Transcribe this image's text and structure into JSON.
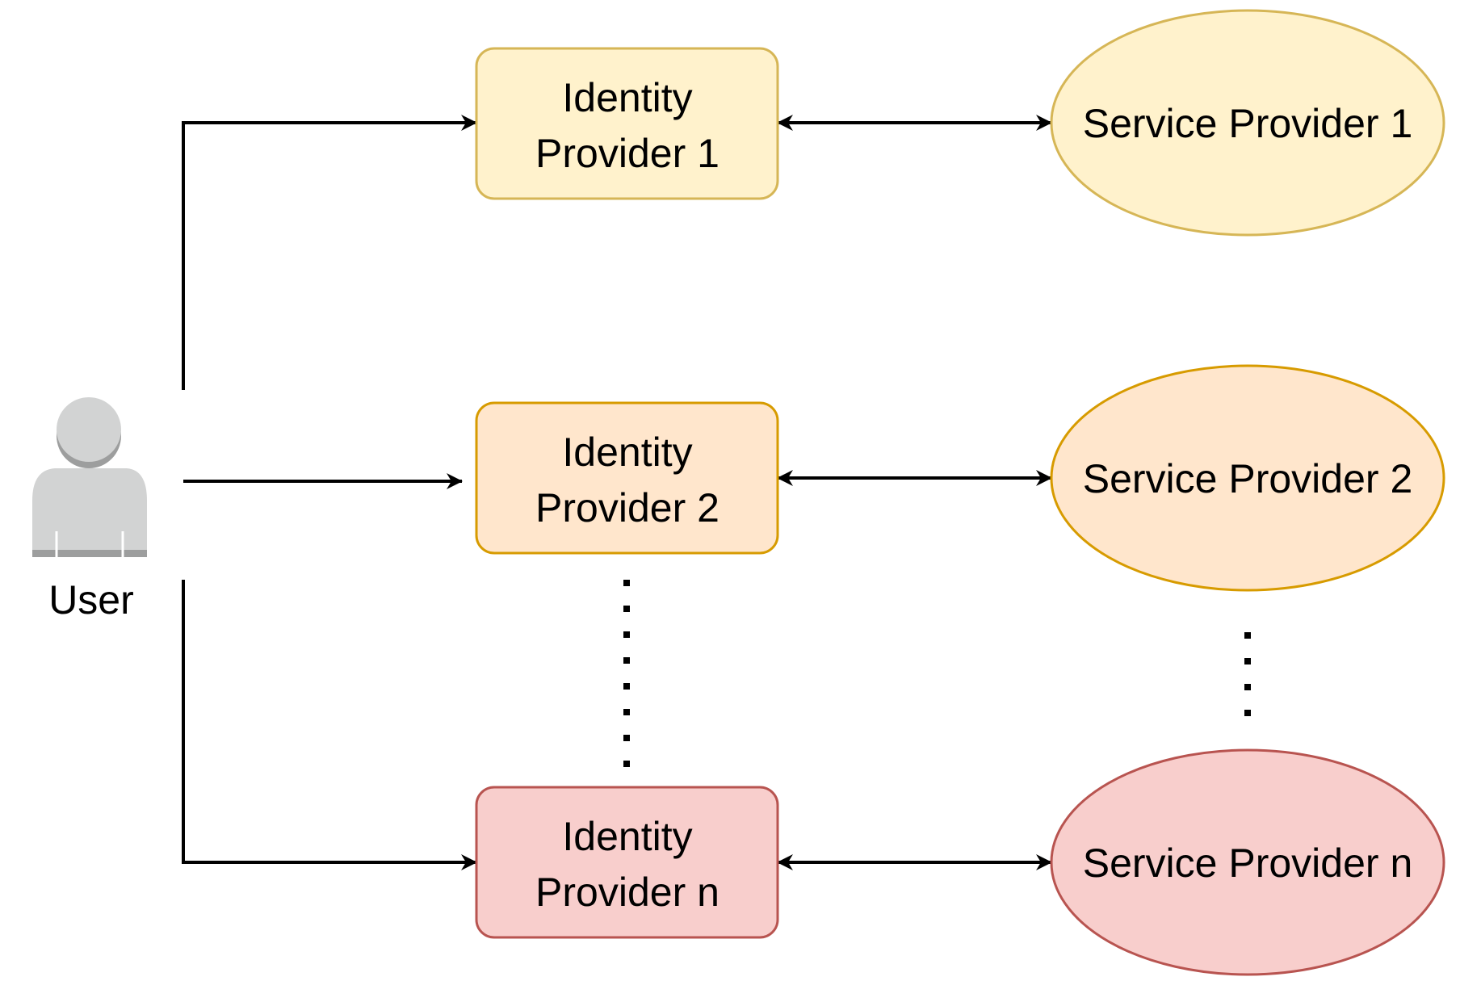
{
  "user": {
    "label": "User",
    "icon": "user-icon"
  },
  "identity_providers": [
    {
      "line1": "Identity",
      "line2": "Provider 1",
      "fill": "#fff2cc",
      "stroke": "#d6b656"
    },
    {
      "line1": "Identity",
      "line2": "Provider 2",
      "fill": "#ffe6cc",
      "stroke": "#d79b00"
    },
    {
      "line1": "Identity",
      "line2": "Provider n",
      "fill": "#f8cecc",
      "stroke": "#b85450"
    }
  ],
  "service_providers": [
    {
      "label": "Service Provider 1",
      "fill": "#fff2cc",
      "stroke": "#d6b656"
    },
    {
      "label": "Service Provider 2",
      "fill": "#ffe6cc",
      "stroke": "#d79b00"
    },
    {
      "label": "Service Provider n",
      "fill": "#f8cecc",
      "stroke": "#b85450"
    }
  ],
  "colors": {
    "edge": "#000000",
    "user_icon": "#d2d3d3",
    "user_icon_shade": "#9d9e9e"
  }
}
